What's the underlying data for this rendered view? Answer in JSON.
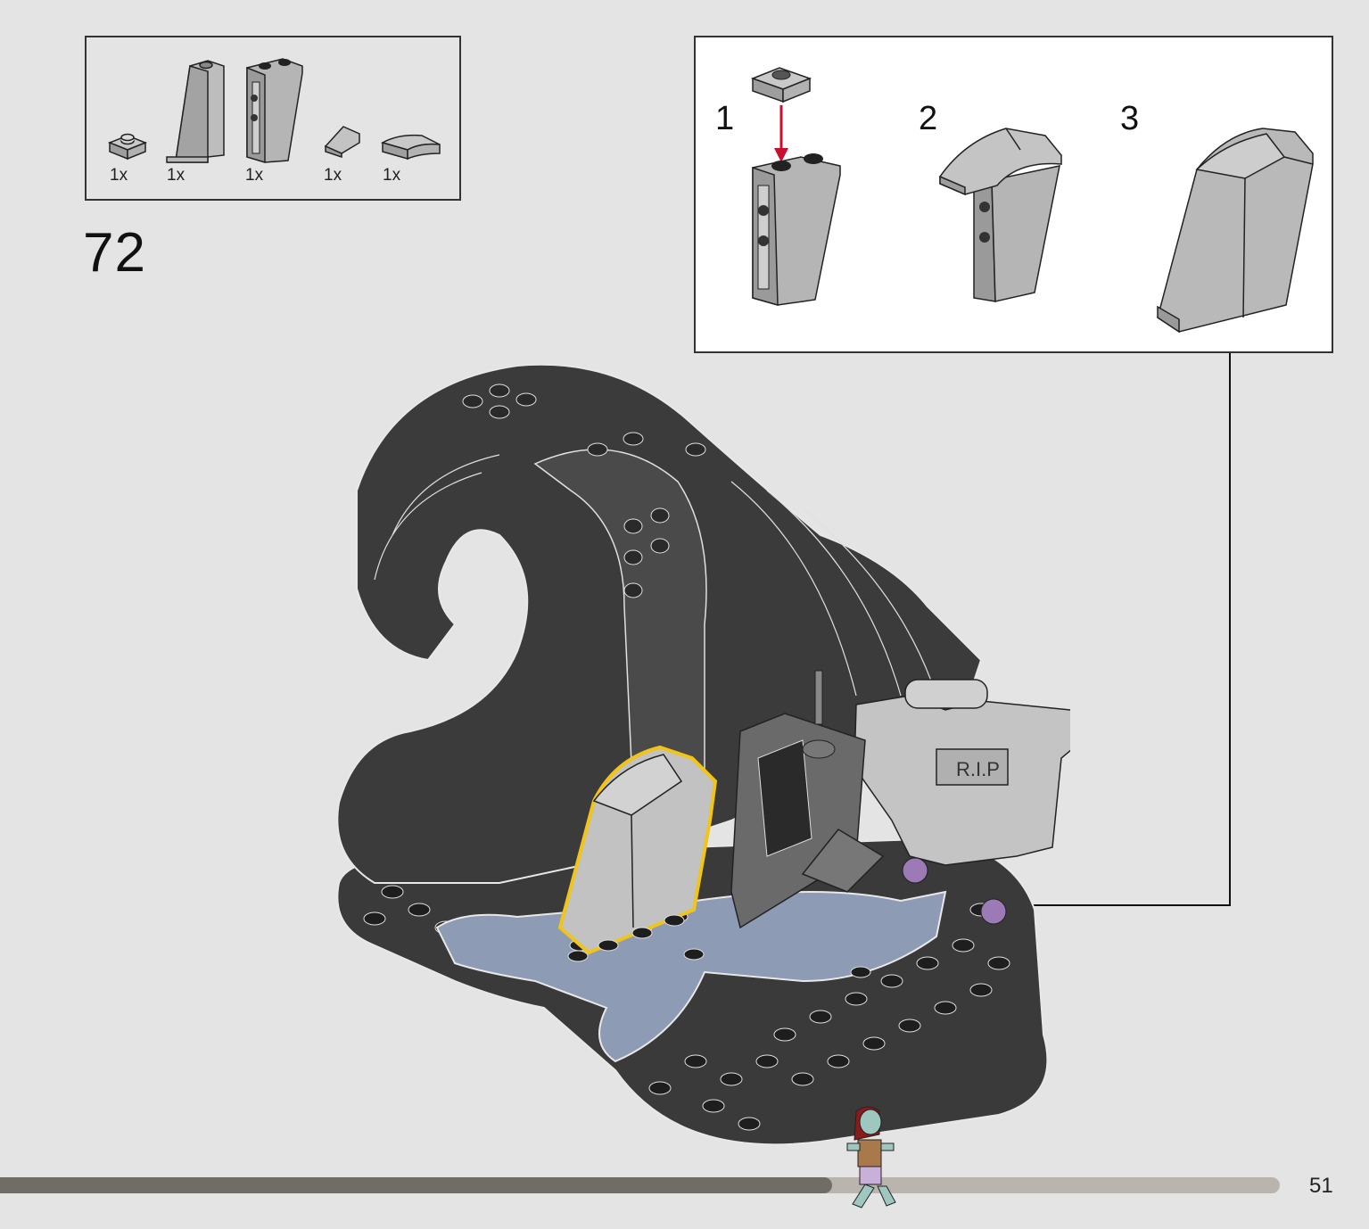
{
  "parts_list": {
    "items": [
      {
        "name": "plate-1x1-light-grey",
        "qty": "1x"
      },
      {
        "name": "slope-tall-light-grey",
        "qty": "1x"
      },
      {
        "name": "slope-brick-studs-light-grey",
        "qty": "1x"
      },
      {
        "name": "slope-small-light-grey",
        "qty": "1x"
      },
      {
        "name": "curved-tile-light-grey",
        "qty": "1x"
      }
    ]
  },
  "step": {
    "number": "72"
  },
  "substeps": [
    {
      "label": "1"
    },
    {
      "label": "2"
    },
    {
      "label": "3"
    }
  ],
  "progress": {
    "fraction": 0.65
  },
  "page": {
    "number": "51"
  },
  "colors": {
    "background": "#e4e4e4",
    "dark_brick": "#3a3a3a",
    "light_grey_brick": "#b5b5b5",
    "blue_grey": "#8d9bb5",
    "highlight": "#f0c419",
    "arrow_red": "#c8102e"
  }
}
